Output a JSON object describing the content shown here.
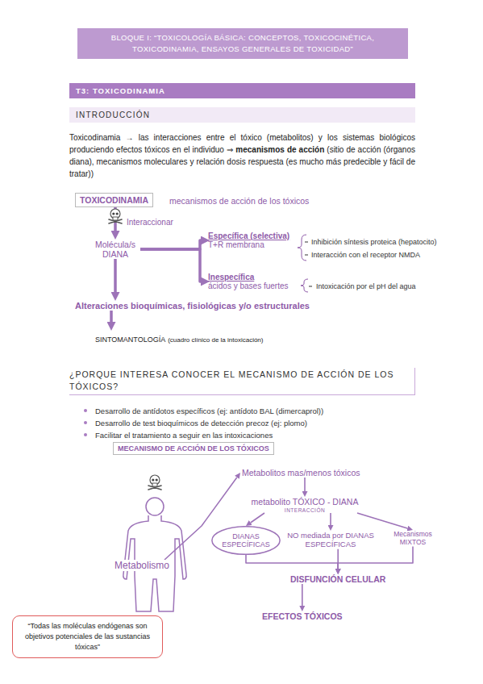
{
  "diagram": {
    "nodes": [
      {
        "text": [
          "BLOQUE I: “TOXICOLOGÍA BÁSICA: CONCEPTOS, TOXICOCINÉTICA, TOXICODINAMIA, ENSAYOS GENERALES DE TOXICIDAD”"
        ]
      },
      {
        "text": [
          "T3: TOXICODINAMIA"
        ]
      },
      {
        "text": [
          "INTRODUCCIÓN"
        ]
      },
      {
        "text": [
          "TOXICODINAMIA"
        ]
      },
      {
        "text": [
          "Molécula/s DIANA"
        ]
      },
      {
        "text": [
          "Específica (selectiva)",
          "T+R membrana"
        ]
      },
      {
        "text": [
          "Inespecífica",
          "ácidos y bases fuertes"
        ]
      },
      {
        "text": [
          "Alteraciones bioquímicas, fisiológicas y/o estructurales"
        ]
      },
      {
        "text": [
          "SINTOMANTOLOGÍA",
          "(cuadro clínico de la intoxicación)"
        ]
      },
      {
        "text": [
          "¿PORQUE INTERESA CONOCER EL MECANISMO DE ACCIÓN DE LOS TÓXICOS?"
        ]
      },
      {
        "text": [
          "MECANISMO DE ACCIÓN DE LOS TÓXICOS"
        ]
      },
      {
        "text": [
          "Metabolismo"
        ]
      },
      {
        "text": [
          "Metabolitos mas/menos tóxicos"
        ]
      },
      {
        "text": [
          "metabolito TÓXICO - DIANA",
          "INTERACCIÓN"
        ]
      },
      {
        "text": [
          "DIANAS ESPECÍFICAS"
        ]
      },
      {
        "text": [
          "NO mediada por DIANAS ESPECÍFICAS"
        ]
      },
      {
        "text": [
          "Mecanismos MIXTOS"
        ]
      },
      {
        "text": [
          "DISFUNCIÓN CELULAR"
        ]
      },
      {
        "text": [
          "EFECTOS TÓXICOS"
        ]
      },
      {
        "text": [
          "“Todas las moléculas endógenas son objetivos potenciales de las sustancias tóxicas”"
        ]
      }
    ],
    "edges": [
      {
        "from": 3,
        "to": 4,
        "label": "Interaccionar",
        "arrow": "to"
      },
      {
        "from": 4,
        "to": 5,
        "arrow": "to"
      },
      {
        "from": 4,
        "to": 6,
        "arrow": "to"
      },
      {
        "from": 4,
        "to": 7,
        "arrow": "to"
      },
      {
        "from": 7,
        "to": 8,
        "arrow": "to"
      },
      {
        "from": 11,
        "to": 12,
        "arrow": "to"
      },
      {
        "from": 12,
        "to": 13,
        "arrow": "to"
      },
      {
        "from": 13,
        "to": 14,
        "arrow": "to"
      },
      {
        "from": 13,
        "to": 15,
        "arrow": "to"
      },
      {
        "from": 13,
        "to": 16,
        "arrow": "to"
      },
      {
        "from": 14,
        "to": 17,
        "arrow": "to"
      },
      {
        "from": 15,
        "to": 17,
        "arrow": "to"
      },
      {
        "from": 16,
        "to": 17,
        "arrow": "to"
      },
      {
        "from": 17,
        "to": 18,
        "arrow": "to"
      }
    ],
    "labels": [
      "Toxicodinamia → las interacciones entre el tóxico (metabolitos) y los sistemas biológicos produciendo efectos tóxicos en el individuo ⇒",
      "mecanismos de acción",
      "(sitio de acción (órganos diana), mecanismos moleculares y relación dosis respuesta (es mucho más predecible y fácil de tratar))",
      "mecanismos de acción de los tóxicos",
      "Inhibición síntesis proteica (hepatocito)",
      "Interacción con el receptor NMDA",
      "Intoxicación por el pH del agua",
      "Desarrollo de antídotos específicos (ej: antídoto BAL (dimercaprol))",
      "Desarrollo de test bioquímicos de detección precoz (ej: plomo)",
      "Facilitar el tratamiento a seguir en las intoxicaciones"
    ]
  }
}
